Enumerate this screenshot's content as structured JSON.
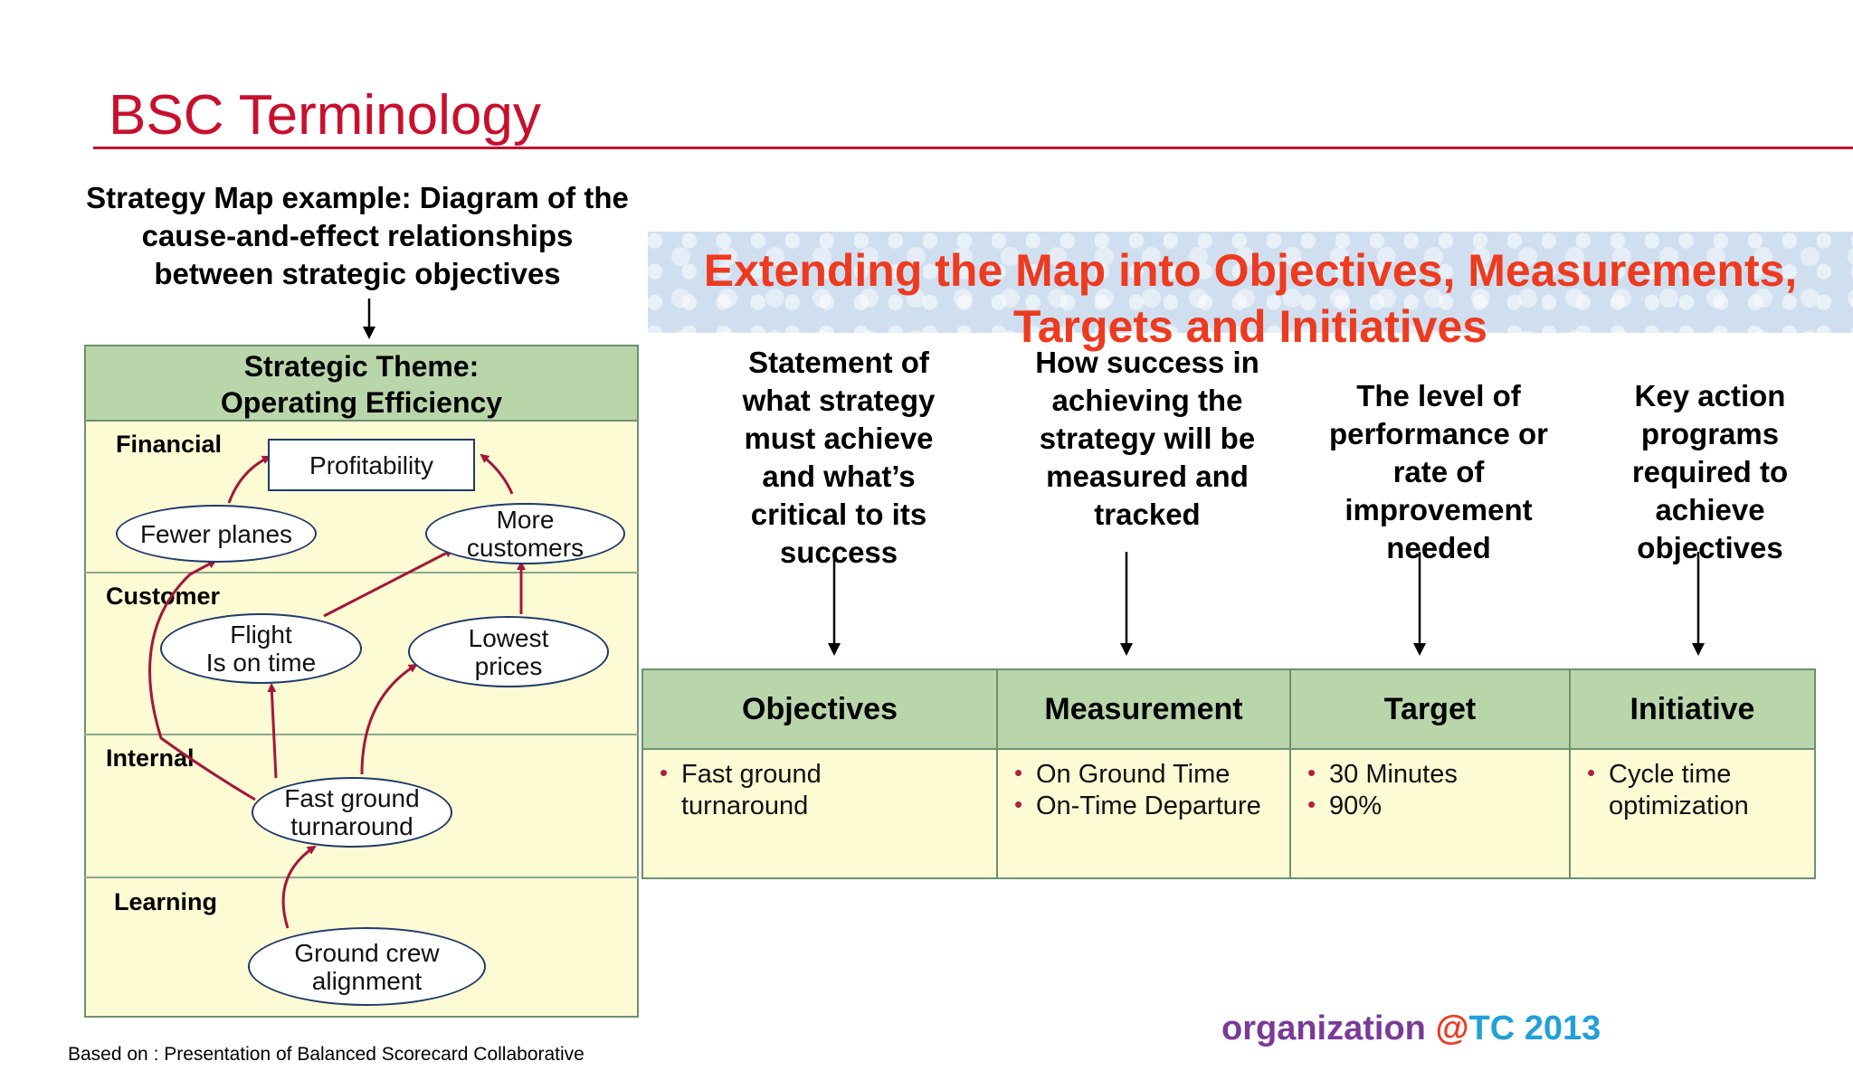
{
  "slide": {
    "title": "BSC Terminology",
    "accent_color": "#c8102e"
  },
  "strategy_map": {
    "heading_lines": [
      "Strategy Map example:  Diagram of the",
      "cause-and-effect relationships",
      "between strategic objectives"
    ],
    "theme_lines": [
      "Strategic Theme:",
      "Operating Efficiency"
    ],
    "lanes": [
      "Financial",
      "Customer",
      "Internal",
      "Learning"
    ],
    "nodes": {
      "profitability": [
        "Profitability"
      ],
      "fewer_planes": [
        "Fewer planes"
      ],
      "more_customers": [
        "More",
        "customers"
      ],
      "flight_on_time": [
        "Flight",
        "Is on time"
      ],
      "lowest_prices": [
        "Lowest",
        "prices"
      ],
      "fast_ground": [
        "Fast ground",
        "turnaround"
      ],
      "ground_crew": [
        "Ground crew",
        "alignment"
      ]
    },
    "header_color": "#b9d6aa",
    "body_color": "#fdfbd3",
    "arrow_color": "#a3173a"
  },
  "extension": {
    "banner_lines": [
      "Extending the Map into Objectives, Measurements,",
      "Targets and Initiatives"
    ],
    "banner_color": "#ee3a1f",
    "descriptions": [
      [
        "Statement of",
        "what strategy",
        "must achieve",
        "and what’s",
        "critical to its",
        "success"
      ],
      [
        "How success in",
        "achieving the",
        "strategy will be",
        "measured and",
        "tracked"
      ],
      [
        "The level of",
        "performance or",
        "rate of",
        "improvement",
        "needed"
      ],
      [
        "Key action",
        "programs",
        "required to",
        "achieve",
        "objectives"
      ]
    ],
    "table": {
      "headers": [
        "Objectives",
        "Measurement",
        "Target",
        "Initiative"
      ],
      "cells": [
        [
          [
            "Fast ground",
            "turnaround"
          ]
        ],
        [
          [
            "On Ground Time"
          ],
          [
            "On-Time Departure"
          ]
        ],
        [
          [
            "30 Minutes"
          ],
          [
            "90%"
          ]
        ],
        [
          [
            "Cycle time",
            "optimization"
          ]
        ]
      ]
    }
  },
  "footer": {
    "org_word": "organization",
    "at_sign": "@",
    "tc": "TC",
    "year": "2013",
    "org_color": "#7a3a98",
    "at_color": "#ee3a1f",
    "tc_color": "#22a0d8",
    "source": "Based on : Presentation of Balanced Scorecard Collaborative"
  }
}
